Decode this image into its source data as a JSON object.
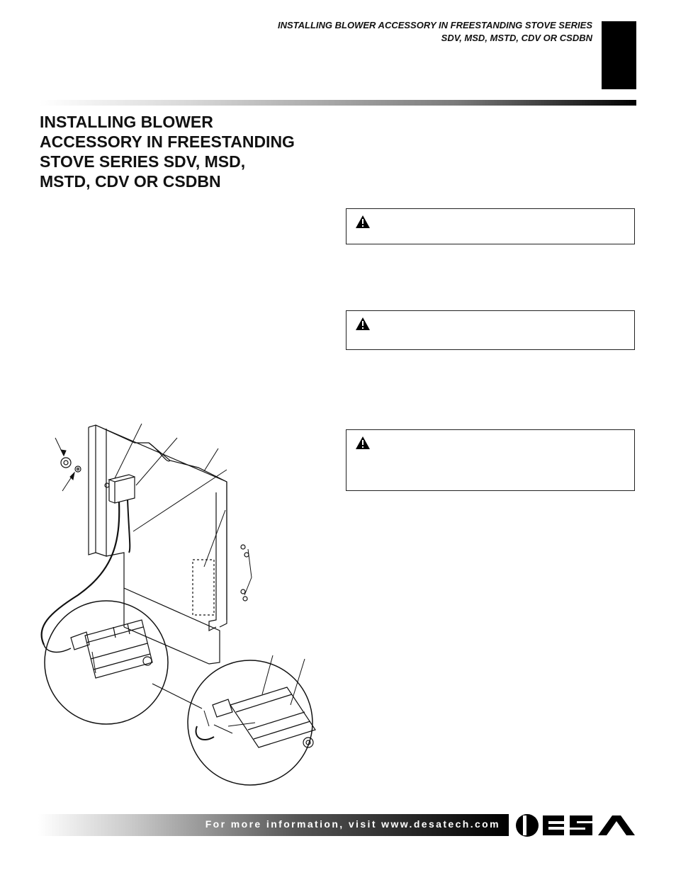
{
  "header": {
    "line1": "INSTALLING BLOWER ACCESSORY IN FREESTANDING STOVE SERIES",
    "line2": "SDV, MSD, MSTD, CDV OR CSDBN"
  },
  "title": {
    "lines": [
      "INSTALLING BLOWER",
      "ACCESSORY IN FREESTANDING",
      "STOVE SERIES SDV, MSD,",
      "MSTD, CDV OR CSDBN"
    ]
  },
  "warnings": [
    {
      "icon": "warning-triangle-icon"
    },
    {
      "icon": "warning-triangle-icon"
    },
    {
      "icon": "warning-triangle-icon"
    }
  ],
  "illustration": {
    "subject": "blower accessory exploded view",
    "icons": [
      "fan-blower",
      "mounting-panel",
      "screws",
      "grommet",
      "wire-harness"
    ]
  },
  "footer": {
    "text": "For more information, visit www.desatech.com"
  },
  "logo": {
    "text": "DESA"
  }
}
